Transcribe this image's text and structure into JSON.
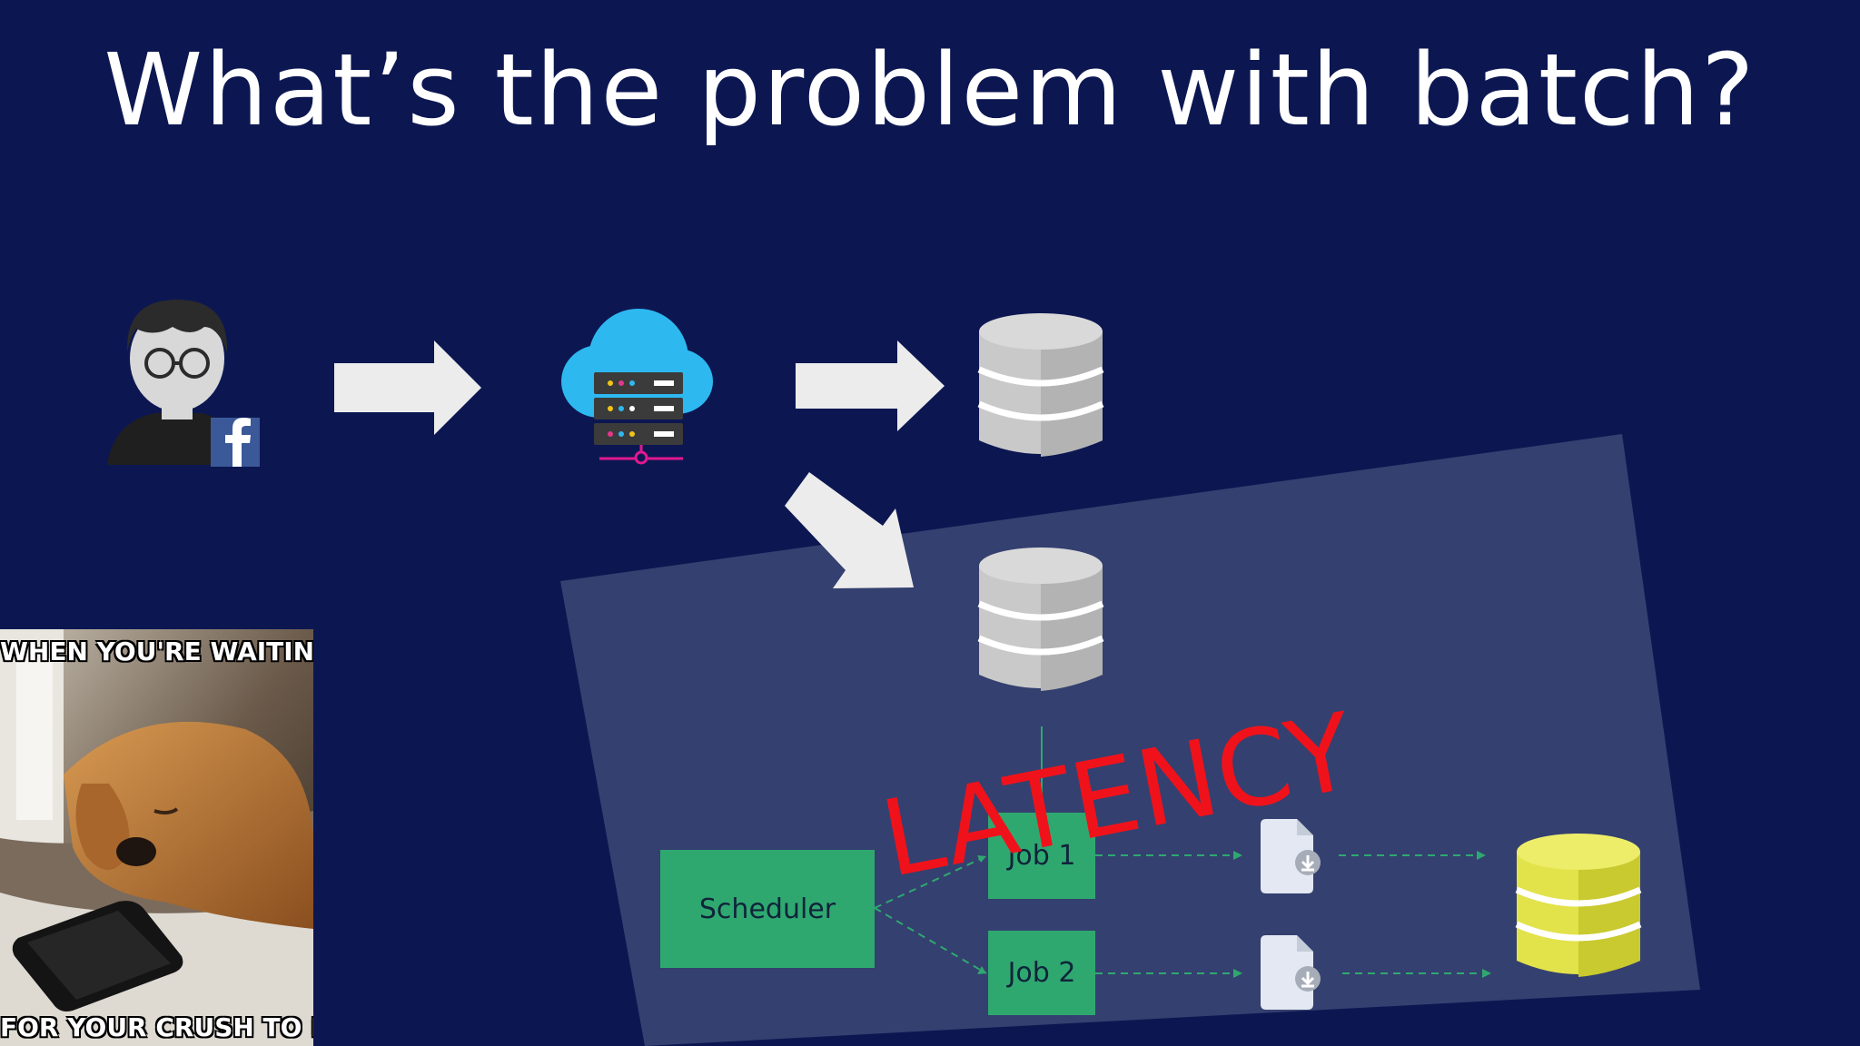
{
  "slide": {
    "title": "What’s the problem with batch?",
    "background_color": "#0c1752",
    "panel_color": "#34406f"
  },
  "diagram": {
    "nodes": {
      "user": {
        "icon": "user-with-glasses-icon",
        "badge_icon": "facebook-icon"
      },
      "cloud_server": {
        "icon": "cloud-server-icon"
      },
      "database_primary": {
        "icon": "database-icon",
        "color": "#c9c9c9"
      },
      "database_replica": {
        "icon": "database-icon",
        "color": "#c9c9c9"
      },
      "scheduler": {
        "label": "Scheduler"
      },
      "job1": {
        "label": "Job 1"
      },
      "job2": {
        "label": "Job 2"
      },
      "file1": {
        "icon": "file-download-icon"
      },
      "file2": {
        "icon": "file-download-icon"
      },
      "database_output": {
        "icon": "database-icon",
        "color": "#e6e646"
      }
    },
    "box_color": "#2fa870",
    "latency_label": "LATENCY",
    "latency_color": "#f0121b"
  },
  "meme": {
    "top_text": "WHEN YOU'RE WAITING",
    "bottom_text": "FOR YOUR CRUSH TO REPLY"
  }
}
